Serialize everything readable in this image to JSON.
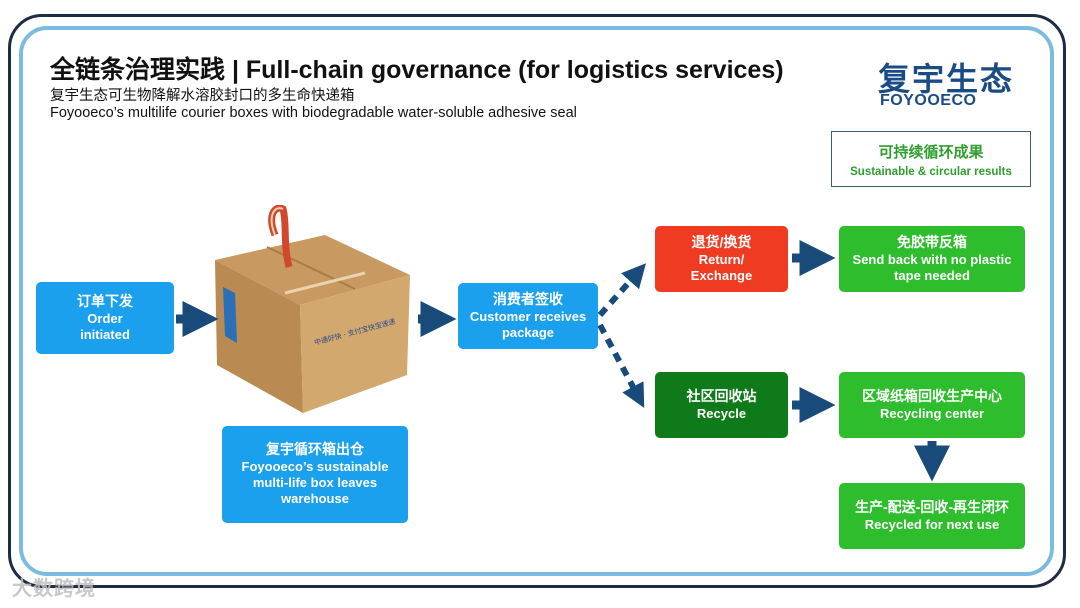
{
  "header": {
    "title": "全链条治理实践  | Full-chain governance (for logistics services)",
    "subtitle_cn": "复宇生态可生物降解水溶胶封口的多生命快递箱",
    "subtitle_en": "Foyooeco’s multilife courier boxes with biodegradable water-soluble adhesive seal"
  },
  "logo": {
    "cn": "复宇生态",
    "en": "FOYOOECO"
  },
  "results": {
    "cn": "可持续循环成果",
    "en": "Sustainable & circular results"
  },
  "nodes": {
    "order": {
      "cn": "订单下发",
      "en": "Order\ninitiated"
    },
    "warehouse": {
      "cn": "复宇循环箱出仓",
      "en": "Foyooeco’s sustainable\nmulti-life box leaves\nwarehouse"
    },
    "customer": {
      "cn": "消费者签收",
      "en": "Customer receives\npackage"
    },
    "return": {
      "cn": "退货/换货",
      "en": "Return/\nExchange"
    },
    "recycle": {
      "cn": "社区回收站",
      "en": "Recycle"
    },
    "sendback": {
      "cn": "免胶带反箱",
      "en": "Send back with no plastic\ntape needed"
    },
    "center": {
      "cn": "区域纸箱回收生产中心",
      "en": "Recycling center"
    },
    "reuse": {
      "cn": "生产-配送-回收-再生闭环",
      "en": "Recycled for next use"
    }
  },
  "box_photo": {
    "label": "中通好快 · 支付宝快宝速递"
  },
  "watermark": "大数跨境",
  "colors": {
    "accent_blue": "#1ba0ee",
    "return_red": "#ee3b22",
    "green": "#2dbd2d",
    "dark_green": "#0f7a1a",
    "arrow": "#184a7a"
  }
}
